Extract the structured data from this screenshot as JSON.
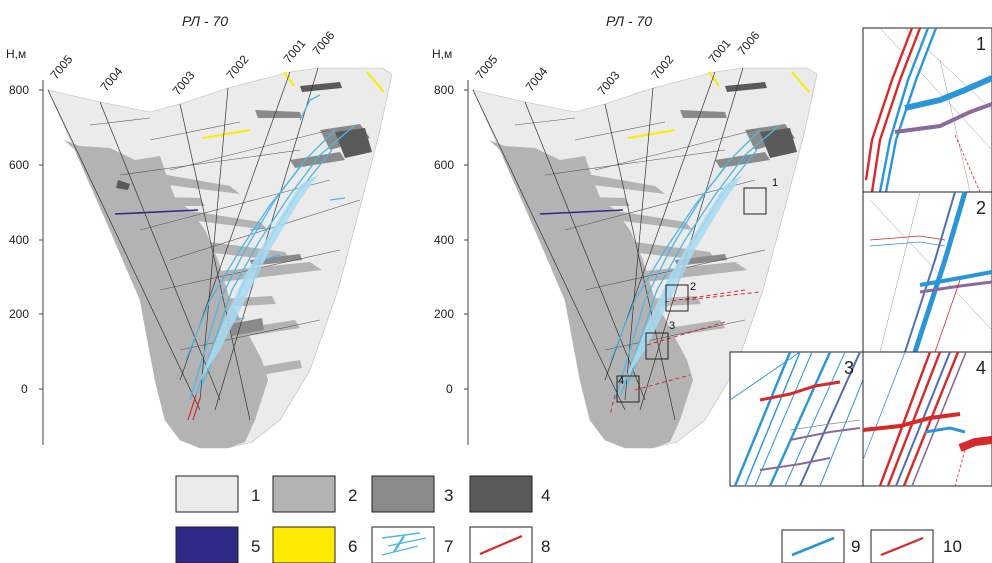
{
  "panels": [
    {
      "title": "РЛ - 70",
      "axis_label": "Н,м",
      "y_ticks": [
        "800",
        "600",
        "400",
        "200",
        "0"
      ],
      "wells": [
        "7005",
        "7004",
        "7003",
        "7002",
        "7001",
        "7006"
      ]
    },
    {
      "title": "РЛ - 70",
      "axis_label": "Н,м",
      "y_ticks": [
        "800",
        "600",
        "400",
        "200",
        "0"
      ],
      "wells": [
        "7005",
        "7004",
        "7003",
        "7002",
        "7001",
        "7006"
      ],
      "boxes": [
        "1",
        "2",
        "3",
        "4"
      ]
    }
  ],
  "insets": [
    "1",
    "2",
    "3",
    "4"
  ],
  "legend": [
    {
      "label": "1",
      "color": "#ebebeb"
    },
    {
      "label": "2",
      "color": "#b3b3b3"
    },
    {
      "label": "3",
      "color": "#8a8a8a"
    },
    {
      "label": "4",
      "color": "#5a5a5a"
    },
    {
      "label": "5",
      "color": "#2e2a86"
    },
    {
      "label": "6",
      "color": "#ffea00"
    },
    {
      "label": "7",
      "icon": "light-blue-vein-icon",
      "color": "#4fb6e3"
    },
    {
      "label": "8",
      "icon": "red-line-icon",
      "color": "#d42a2a"
    },
    {
      "label": "9",
      "icon": "blue-line-icon",
      "color": "#2a96d8"
    },
    {
      "label": "10",
      "icon": "red-line-icon",
      "color": "#d42a2a"
    }
  ]
}
